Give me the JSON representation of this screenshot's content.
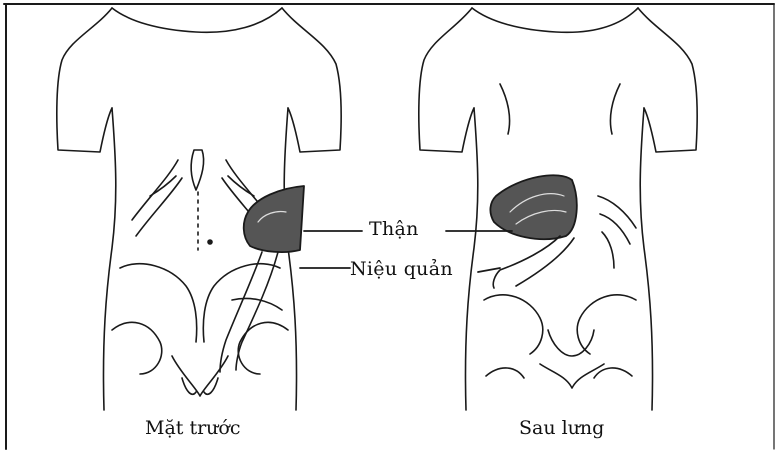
{
  "labels": {
    "kidney": "Thận",
    "ureter": "Niệu quản"
  },
  "captions": {
    "front": "Mặt trước",
    "back": "Sau lưng"
  },
  "colors": {
    "line": "#1a1a1a",
    "organ_fill": "#555555",
    "background": "#ffffff"
  }
}
